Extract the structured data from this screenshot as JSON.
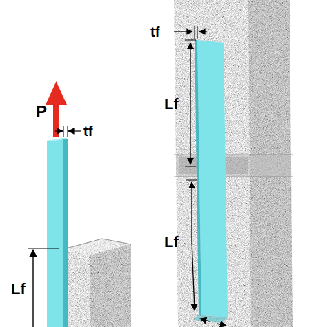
{
  "diagram": {
    "labels": [
      "P",
      "tf",
      "Lf",
      "tf",
      "Lf",
      "Lf"
    ]
  }
}
